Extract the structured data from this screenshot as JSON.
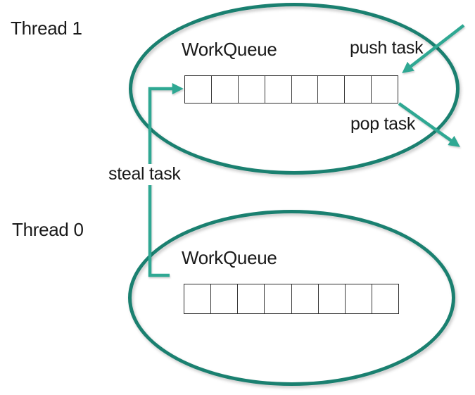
{
  "colors": {
    "ellipse_stroke": "#1A8070",
    "arrow_stroke": "#2FA893",
    "text": "#1a1a1a",
    "cell_border": "#3a3a3a",
    "background": "#ffffff"
  },
  "threads": [
    {
      "name": "Thread 1",
      "queue_label": "WorkQueue",
      "cell_count": 8
    },
    {
      "name": "Thread 0",
      "queue_label": "WorkQueue",
      "cell_count": 8
    }
  ],
  "operations": {
    "push": "push task",
    "pop": "pop task",
    "steal": "steal task"
  }
}
